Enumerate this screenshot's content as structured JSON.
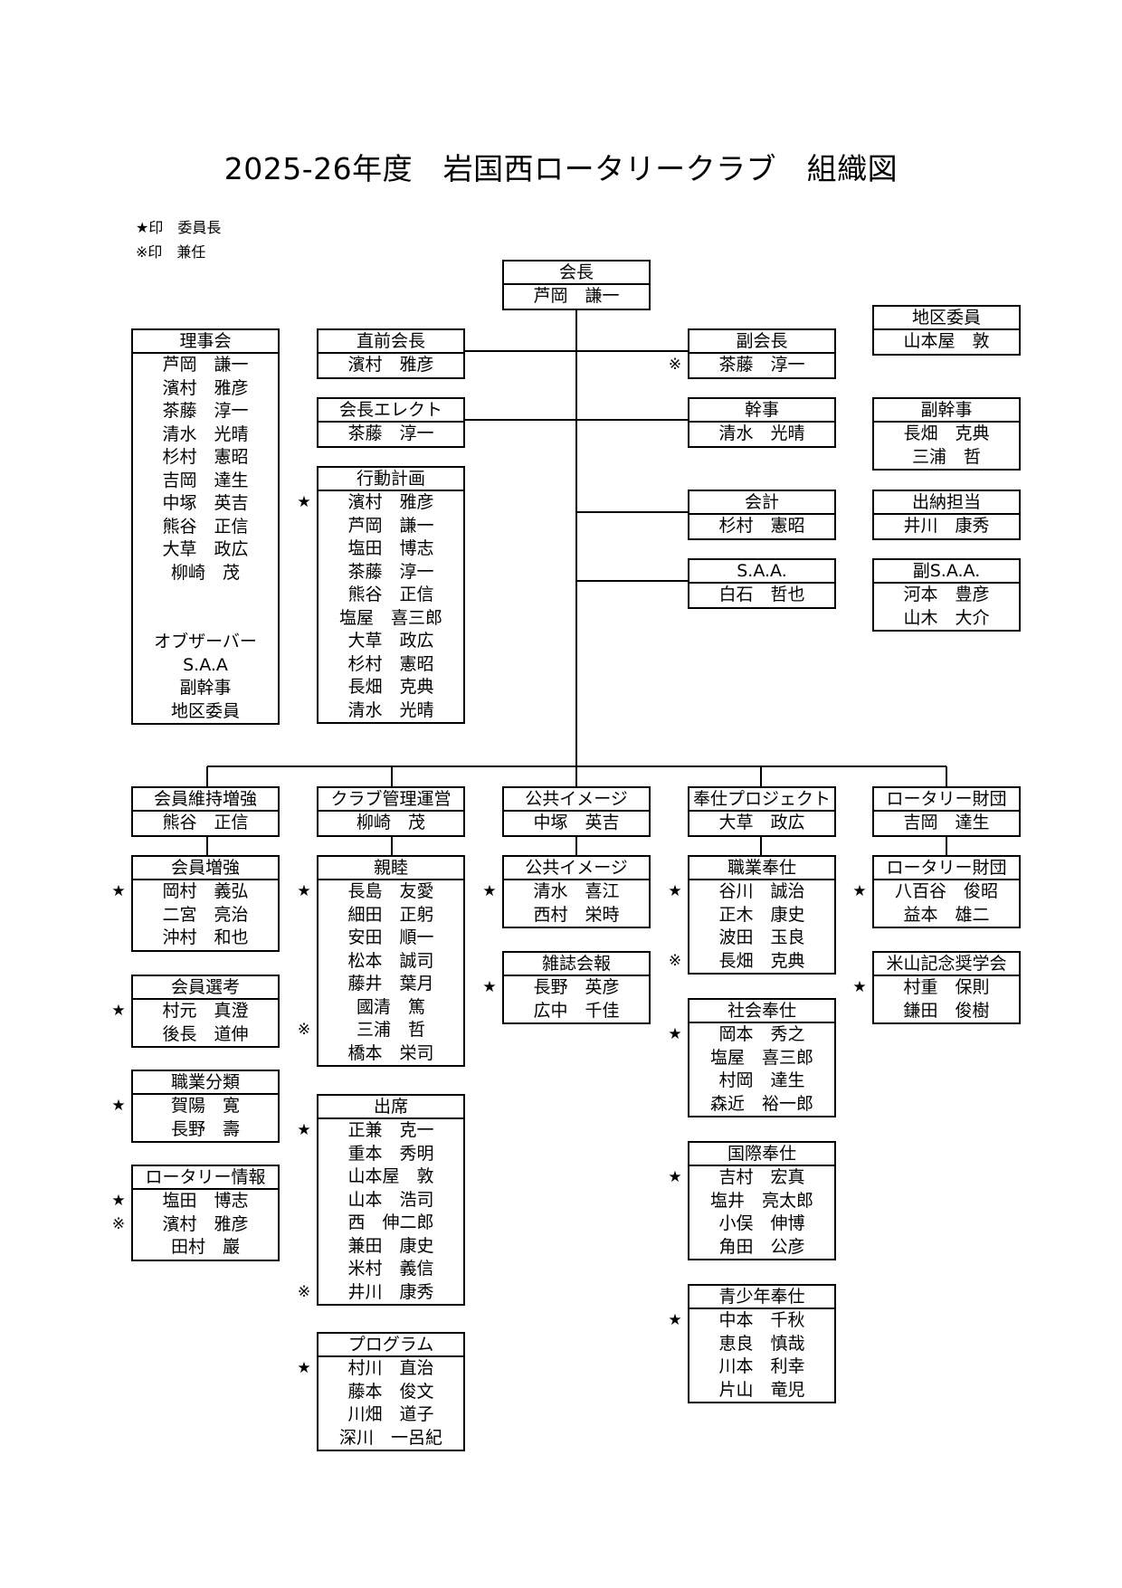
{
  "title": "2025-26年度　岩国西ロータリークラブ　組織図",
  "legend": [
    "★印　委員長",
    "※印　兼任"
  ],
  "boxes": [
    {
      "id": "kaicho",
      "title": "会長",
      "rows": [
        {
          "name": "芦岡　謙一"
        }
      ]
    },
    {
      "id": "chiku",
      "title": "地区委員",
      "rows": [
        {
          "name": "山本屋　敦"
        }
      ]
    },
    {
      "id": "rijikai",
      "title": "理事会",
      "rows": [
        {
          "name": "芦岡　謙一"
        },
        {
          "name": "濱村　雅彦"
        },
        {
          "name": "茶藤　淳一"
        },
        {
          "name": "清水　光晴"
        },
        {
          "name": "杉村　憲昭"
        },
        {
          "name": "吉岡　達生"
        },
        {
          "name": "中塚　英吉"
        },
        {
          "name": "熊谷　正信"
        },
        {
          "name": "大草　政広"
        },
        {
          "name": "柳崎　茂"
        },
        {
          "name": ""
        },
        {
          "name": ""
        },
        {
          "name": "オブザーバー"
        },
        {
          "name": "S.A.A"
        },
        {
          "name": "副幹事"
        },
        {
          "name": "地区委員"
        }
      ]
    },
    {
      "id": "chokuzen",
      "title": "直前会長",
      "rows": [
        {
          "name": "濱村　雅彦"
        }
      ]
    },
    {
      "id": "fukukaicho",
      "title": "副会長",
      "rows": [
        {
          "name": "茶藤　淳一",
          "mark": "※"
        }
      ]
    },
    {
      "id": "elect",
      "title": "会長エレクト",
      "rows": [
        {
          "name": "茶藤　淳一"
        }
      ]
    },
    {
      "id": "kanji",
      "title": "幹事",
      "rows": [
        {
          "name": "清水　光晴"
        }
      ]
    },
    {
      "id": "fukukanji",
      "title": "副幹事",
      "rows": [
        {
          "name": "長畑　克典"
        },
        {
          "name": "三浦　哲"
        }
      ]
    },
    {
      "id": "kodo",
      "title": "行動計画",
      "rows": [
        {
          "name": "濱村　雅彦",
          "mark": "★"
        },
        {
          "name": "芦岡　謙一"
        },
        {
          "name": "塩田　博志"
        },
        {
          "name": "茶藤　淳一"
        },
        {
          "name": "熊谷　正信"
        },
        {
          "name": "塩屋　喜三郎"
        },
        {
          "name": "大草　政広"
        },
        {
          "name": "杉村　憲昭"
        },
        {
          "name": "長畑　克典"
        },
        {
          "name": "清水　光晴"
        }
      ]
    },
    {
      "id": "kaikei",
      "title": "会計",
      "rows": [
        {
          "name": "杉村　憲昭"
        }
      ]
    },
    {
      "id": "suito",
      "title": "出納担当",
      "rows": [
        {
          "name": "井川　康秀"
        }
      ]
    },
    {
      "id": "saa",
      "title": "S.A.A.",
      "rows": [
        {
          "name": "白石　哲也"
        }
      ]
    },
    {
      "id": "fukusaa",
      "title": "副S.A.A.",
      "rows": [
        {
          "name": "河本　豊彦"
        },
        {
          "name": "山木　大介"
        }
      ]
    },
    {
      "id": "iji",
      "title": "会員維持増強",
      "rows": [
        {
          "name": "熊谷　正信"
        }
      ]
    },
    {
      "id": "kanri",
      "title": "クラブ管理運営",
      "rows": [
        {
          "name": "柳崎　茂"
        }
      ]
    },
    {
      "id": "koukyo",
      "title": "公共イメージ",
      "rows": [
        {
          "name": "中塚　英吉"
        }
      ]
    },
    {
      "id": "hoshi",
      "title": "奉仕プロジェクト",
      "rows": [
        {
          "name": "大草　政広"
        }
      ]
    },
    {
      "id": "zaidan",
      "title": "ロータリー財団",
      "rows": [
        {
          "name": "吉岡　達生"
        }
      ]
    },
    {
      "id": "zokyo",
      "title": "会員増強",
      "rows": [
        {
          "name": "岡村　義弘",
          "mark": "★"
        },
        {
          "name": "二宮　亮治"
        },
        {
          "name": "沖村　和也"
        }
      ]
    },
    {
      "id": "shinboku",
      "title": "親睦",
      "rows": [
        {
          "name": "長島　友愛",
          "mark": "★"
        },
        {
          "name": "細田　正躬"
        },
        {
          "name": "安田　順一"
        },
        {
          "name": "松本　誠司"
        },
        {
          "name": "藤井　葉月"
        },
        {
          "name": "國清　篤"
        },
        {
          "name": "三浦　哲",
          "mark": "※"
        },
        {
          "name": "橋本　栄司"
        }
      ]
    },
    {
      "id": "koukyo2",
      "title": "公共イメージ",
      "rows": [
        {
          "name": "清水　喜江",
          "mark": "★"
        },
        {
          "name": "西村　栄時"
        }
      ]
    },
    {
      "id": "shokugyo",
      "title": "職業奉仕",
      "rows": [
        {
          "name": "谷川　誠治",
          "mark": "★"
        },
        {
          "name": "正木　康史"
        },
        {
          "name": "波田　玉良"
        },
        {
          "name": "長畑　克典",
          "mark": "※"
        }
      ]
    },
    {
      "id": "zaidan2",
      "title": "ロータリー財団",
      "rows": [
        {
          "name": "八百谷　俊昭",
          "mark": "★"
        },
        {
          "name": "益本　雄二"
        }
      ]
    },
    {
      "id": "senko",
      "title": "会員選考",
      "rows": [
        {
          "name": "村元　真澄",
          "mark": "★"
        },
        {
          "name": "後長　道伸"
        }
      ]
    },
    {
      "id": "zasshi",
      "title": "雑誌会報",
      "rows": [
        {
          "name": "長野　英彦",
          "mark": "★"
        },
        {
          "name": "広中　千佳"
        }
      ]
    },
    {
      "id": "yoneyama",
      "title": "米山記念奨学会",
      "rows": [
        {
          "name": "村重　保則",
          "mark": "★"
        },
        {
          "name": "鎌田　俊樹"
        }
      ]
    },
    {
      "id": "shakai",
      "title": "社会奉仕",
      "rows": [
        {
          "name": "岡本　秀之",
          "mark": "★"
        },
        {
          "name": "塩屋　喜三郎"
        },
        {
          "name": "村岡　達生"
        },
        {
          "name": "森近　裕一郎"
        }
      ]
    },
    {
      "id": "bunrui",
      "title": "職業分類",
      "rows": [
        {
          "name": "賀陽　寛",
          "mark": "★"
        },
        {
          "name": "長野　壽"
        }
      ]
    },
    {
      "id": "shusseki",
      "title": "出席",
      "rows": [
        {
          "name": "正兼　克一",
          "mark": "★"
        },
        {
          "name": "重本　秀明"
        },
        {
          "name": "山本屋　敦"
        },
        {
          "name": "山本　浩司"
        },
        {
          "name": "西　伸二郎"
        },
        {
          "name": "兼田　康史"
        },
        {
          "name": "米村　義信"
        },
        {
          "name": "井川　康秀",
          "mark": "※"
        }
      ]
    },
    {
      "id": "joho",
      "title": "ロータリー情報",
      "rows": [
        {
          "name": "塩田　博志",
          "mark": "★"
        },
        {
          "name": "濱村　雅彦",
          "mark": "※"
        },
        {
          "name": "田村　巖"
        }
      ]
    },
    {
      "id": "kokusai",
      "title": "国際奉仕",
      "rows": [
        {
          "name": "吉村　宏真",
          "mark": "★"
        },
        {
          "name": "塩井　亮太郎"
        },
        {
          "name": "小俣　伸博"
        },
        {
          "name": "角田　公彦"
        }
      ]
    },
    {
      "id": "seishonen",
      "title": "青少年奉仕",
      "rows": [
        {
          "name": "中本　千秋",
          "mark": "★"
        },
        {
          "name": "恵良　慎哉"
        },
        {
          "name": "川本　利幸"
        },
        {
          "name": "片山　竜児"
        }
      ]
    },
    {
      "id": "program",
      "title": "プログラム",
      "rows": [
        {
          "name": "村川　直治",
          "mark": "★"
        },
        {
          "name": "藤本　俊文"
        },
        {
          "name": "川畑　道子"
        },
        {
          "name": "深川　一呂紀"
        }
      ]
    }
  ]
}
